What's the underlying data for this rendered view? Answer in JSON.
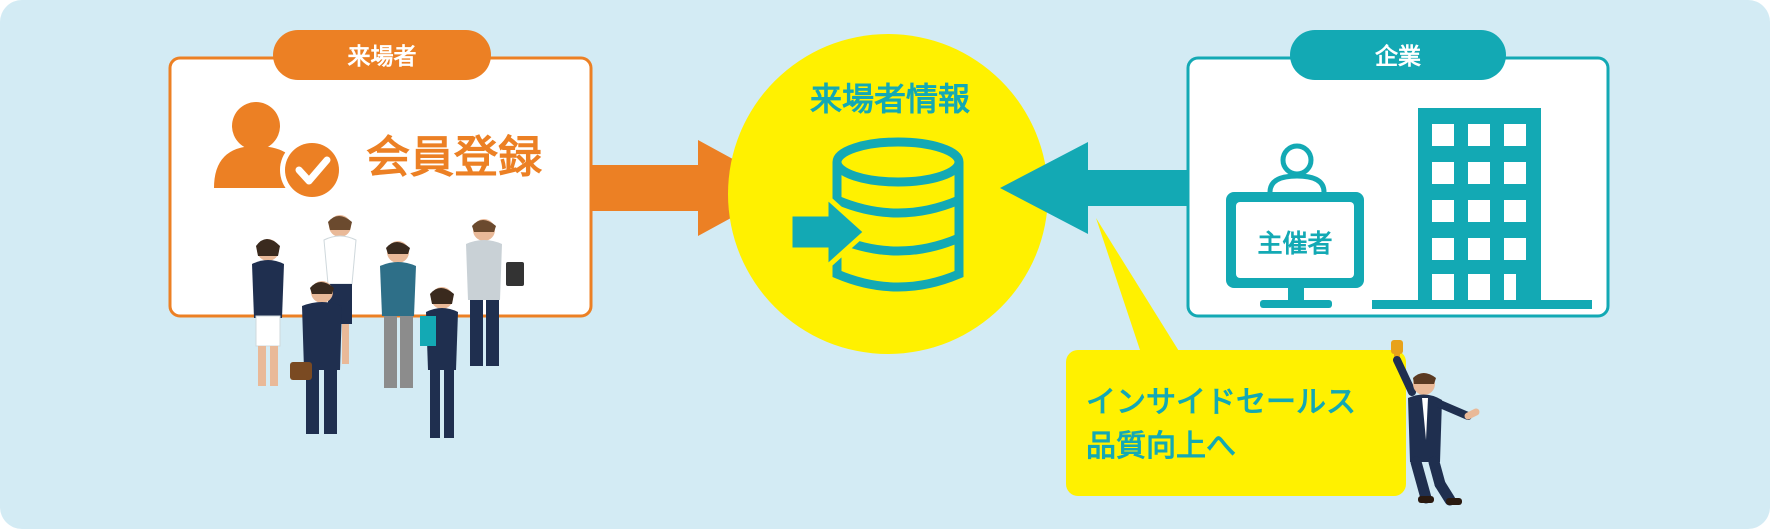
{
  "visitor": {
    "tag_label": "来場者",
    "register_text": "会員登録"
  },
  "database": {
    "title": "来場者情報"
  },
  "company": {
    "tag_label": "企業",
    "organizer_label": "主催者"
  },
  "callout": {
    "line1": "インサイドセールス",
    "line2": "品質向上へ"
  },
  "colors": {
    "background": "#d3ebf4",
    "orange": "#ec8024",
    "teal": "#13a9b4",
    "yellow": "#fff100",
    "navy": "#1f2f4f"
  },
  "icons": {
    "user_check": "user-check-icon",
    "database": "database-icon",
    "person": "person-icon",
    "building": "building-icon"
  }
}
